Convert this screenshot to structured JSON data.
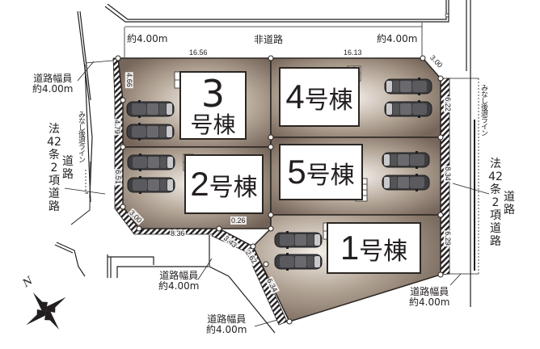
{
  "site_plan": {
    "north_label": "N",
    "top_road": {
      "label": "非道路",
      "width_left": "約4.00m",
      "width_right": "約4.00m"
    },
    "left_road": {
      "width_label_line1": "道路幅員",
      "width_label_line2": "約4.00m",
      "setback_line_label": "みなし後退ライン",
      "type_label_main": "法42条2項道路",
      "type_label_chars": [
        "法",
        "42",
        "条",
        "2",
        "項",
        "道",
        "路"
      ],
      "type_label_side": [
        "道",
        "路"
      ]
    },
    "right_road": {
      "width_label_line1": "道路幅員",
      "width_label_line2": "約4.00m",
      "setback_line_label": "みなし後退ライン",
      "type_label_chars": [
        "法",
        "42",
        "条",
        "2",
        "項",
        "道",
        "路"
      ],
      "type_label_side": [
        "道",
        "路"
      ]
    },
    "bottom_road_1": {
      "width_label_line1": "道路幅員",
      "width_label_line2": "約4.00m"
    },
    "bottom_road_2": {
      "width_label_line1": "道路幅員",
      "width_label_line2": "約4.00m"
    },
    "dimensions": {
      "top_left": "16.56",
      "top_right": "16.13",
      "corner_top_right": "3.00",
      "left_1": "4.66",
      "left_2": "4.79",
      "left_3": "6.51",
      "corner_bottom_left": "3.00",
      "bottom_left": "8.36",
      "bottom_mid": "0.26",
      "bottom_diag_1": "3.43",
      "bottom_diag_2": "2.62",
      "bottom_diag_3": "6.34",
      "right_1": "6.22",
      "right_2": "8.34",
      "right_3": "6.29"
    },
    "buildings": [
      {
        "id": "3",
        "num": "3",
        "suffix": "号棟"
      },
      {
        "id": "4",
        "num": "4",
        "suffix": "号棟"
      },
      {
        "id": "2",
        "num": "2",
        "suffix": "号棟"
      },
      {
        "id": "5",
        "num": "5",
        "suffix": "号棟"
      },
      {
        "id": "1",
        "num": "1",
        "suffix": "号棟"
      }
    ],
    "parking_spaces_per_lot": 2,
    "colors": {
      "lot_fill_dark": "#7a6a5c",
      "lot_fill_light": "#f2ede8",
      "outline": "#2b2622",
      "car_body": "#4a4a4c",
      "building_fill": "#ffffff"
    }
  }
}
